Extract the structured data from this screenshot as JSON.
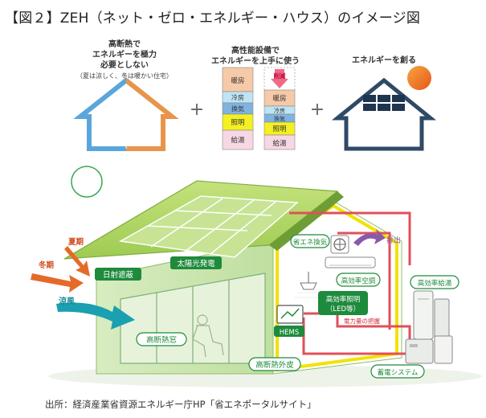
{
  "title": "【図２】ZEH（ネット・ゼロ・エネルギー・ハウス）のイメージ図",
  "top": {
    "panel1": {
      "line1": "高断熱で",
      "line2": "エネルギーを極力",
      "line3": "必要としない",
      "line4": "（夏は涼しく、冬は暖かい住宅）"
    },
    "panel2": {
      "line1": "高性能設備で",
      "line2": "エネルギーを上手に使う",
      "left_stack": [
        "暖房",
        "冷房",
        "換気",
        "照明",
        "給湯"
      ],
      "reduce_label": "削減",
      "right_stack": [
        "暖房",
        "冷房",
        "換気",
        "照明",
        "給湯"
      ]
    },
    "panel3": {
      "line1": "エネルギーを創る"
    },
    "plus": "+"
  },
  "labels": {
    "summer": "夏期",
    "winter": "冬期",
    "shade": "日射遮蔽",
    "solar": "太陽光発電",
    "cool_breeze": "涼風",
    "window": "高断熱窓",
    "skin": "高断熱外皮",
    "ventilation": "省エネ換気",
    "exhaust": "排出",
    "aircon": "高効率空調",
    "lighting_line1": "高効率照明",
    "lighting_line2": "（LED等）",
    "power_monitor": "電力量の把握",
    "hems": "HEMS",
    "water_heater": "高効率給湯",
    "battery": "蓄電システム"
  },
  "source": "出所：経済産業省資源エネルギー庁HP「省エネポータルサイト」",
  "colors": {
    "house_outline": "#2e4a66",
    "warm": "#e8944a",
    "cool": "#5aa6dc",
    "green_label": "#1e8a3c",
    "red_line": "#e0505a",
    "yellow_line": "#f2e200",
    "roof_green": "#a6cf58",
    "wall_green": "#cfe7b0",
    "solar_panel": "#2f9a4a",
    "arrow_orange": "#e56a2a",
    "arrow_teal": "#1aa0b0",
    "arrow_purple": "#8a5aa8",
    "reduce_pink": "#f06a8a",
    "sun": "#f0731e"
  }
}
